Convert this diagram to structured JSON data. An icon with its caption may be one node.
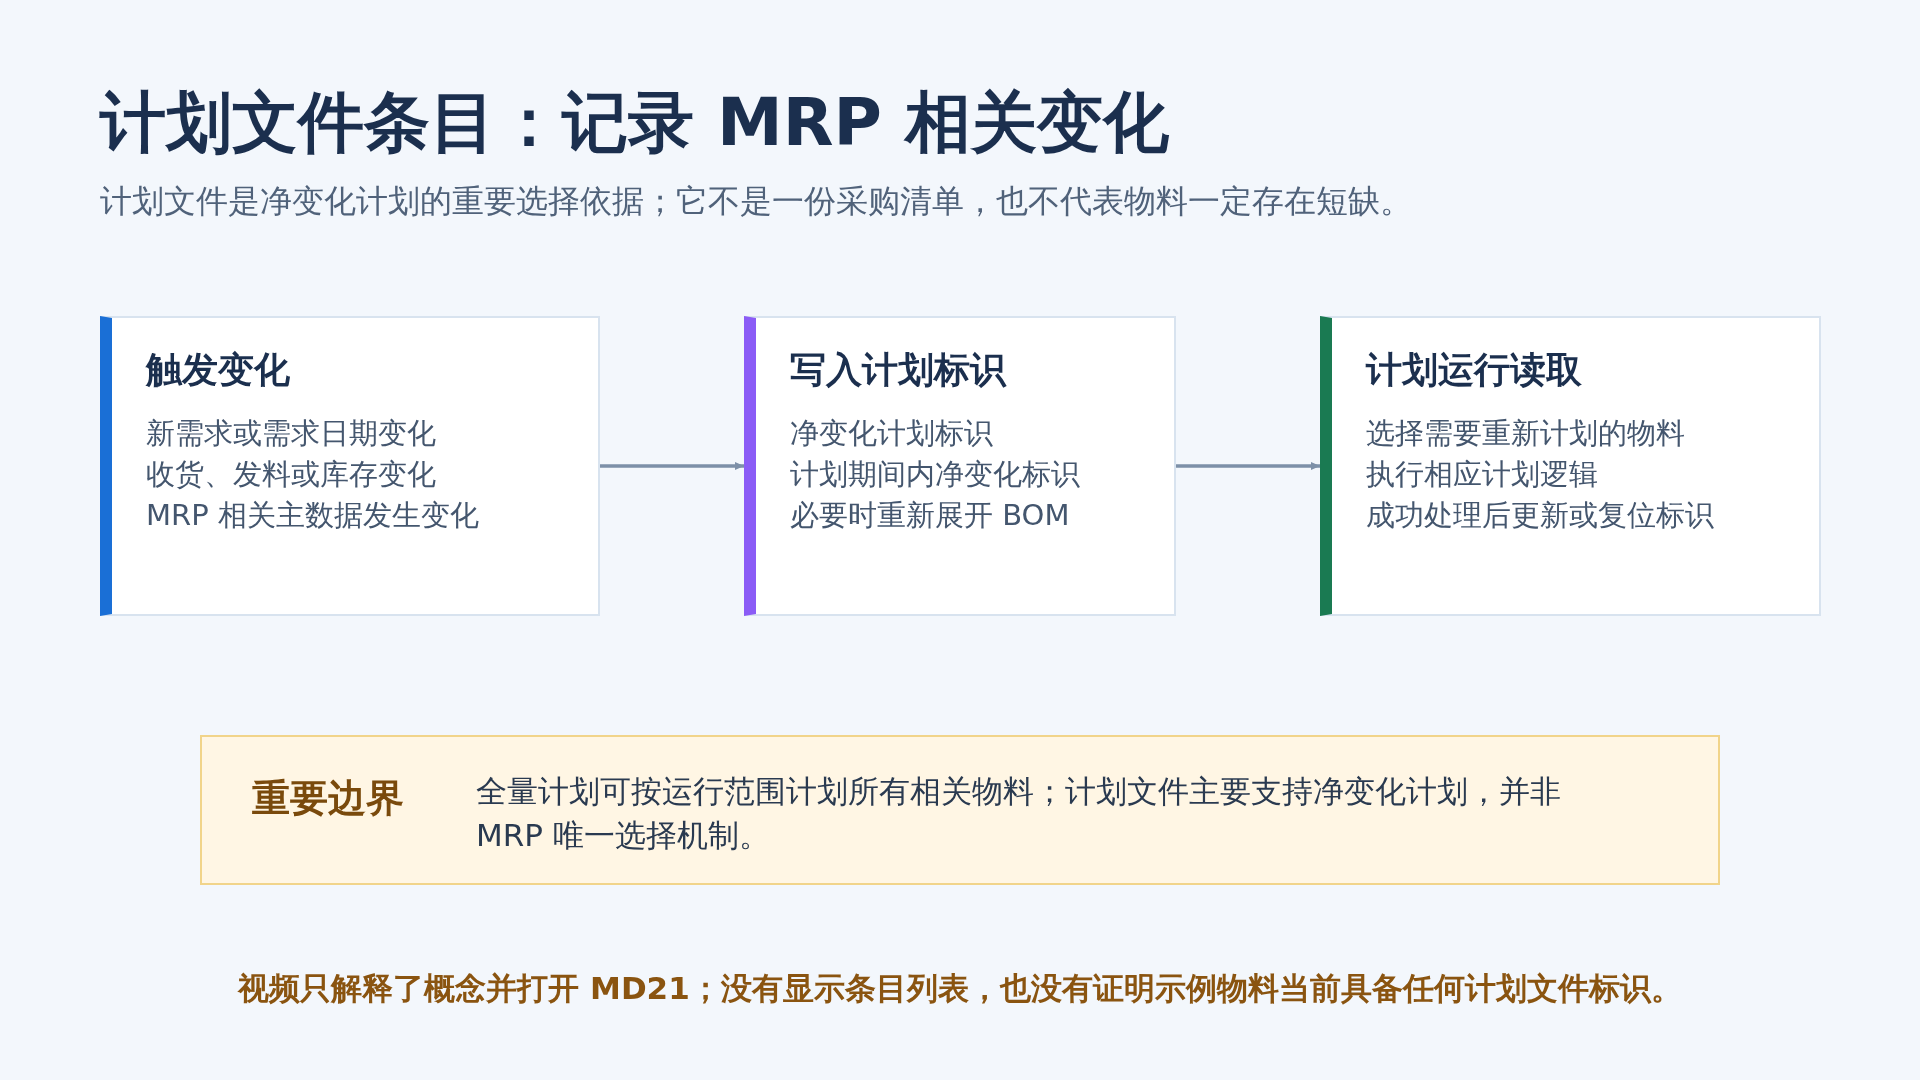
{
  "diagram": {
    "title": "计划文件条目：记录 MRP 相关变化",
    "nodes": [
      {
        "text": [
          "触发变化",
          "新需求或需求日期变化",
          "收货、发料或库存变化",
          "MRP 相关主数据发生变化"
        ]
      },
      {
        "text": [
          "写入计划标识",
          "净变化计划标识",
          "计划期间内净变化标识",
          "必要时重新展开 BOM"
        ]
      },
      {
        "text": [
          "计划运行读取",
          "选择需要重新计划的物料",
          "执行相应计划逻辑",
          "成功处理后更新或复位标识"
        ]
      },
      {
        "text": [
          "重要边界",
          "全量计划可按运行范围计划所有相关物料；计划文件主要支持净变化计划，并非 MRP 唯一选择机制。"
        ]
      }
    ],
    "edges": [
      {
        "from": 0,
        "to": 1,
        "arrow": "to"
      },
      {
        "from": 1,
        "to": 2,
        "arrow": "to"
      }
    ],
    "labels": [
      "计划文件是净变化计划的重要选择依据；它不是一份采购清单，也不代表物料一定存在短缺。",
      "视频只解释了概念并打开 MD21；没有显示条目列表，也没有证明示例物料当前具备任何计划文件标识。"
    ]
  }
}
